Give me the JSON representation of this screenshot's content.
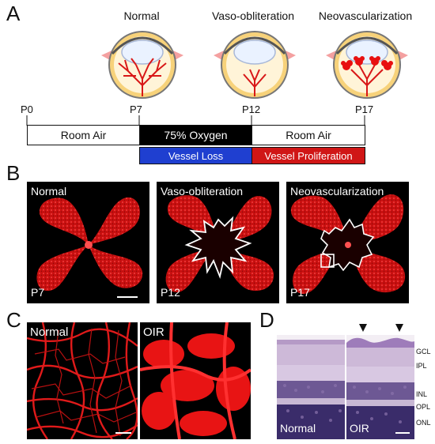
{
  "panel_letters": {
    "a": "A",
    "b": "B",
    "c": "C",
    "d": "D"
  },
  "eyes": [
    {
      "label": "Normal"
    },
    {
      "label": "Vaso-obliteration"
    },
    {
      "label": "Neovascularization"
    }
  ],
  "timeline": {
    "ticks": [
      "P0",
      "P7",
      "P12",
      "P17"
    ],
    "room_air_1": "Room Air",
    "oxygen": "75% Oxygen",
    "room_air_2": "Room Air",
    "vessel_loss": "Vessel Loss",
    "vessel_proliferation": "Vessel Proliferation"
  },
  "flatmounts": [
    {
      "title": "Normal",
      "age": "P7"
    },
    {
      "title": "Vaso-obliteration",
      "age": "P12"
    },
    {
      "title": "Neovascularization",
      "age": "P17"
    }
  ],
  "vessel_closeups": {
    "left": "Normal",
    "right": "OIR"
  },
  "histology": {
    "left": "Normal",
    "right": "OIR",
    "layers": [
      "GCL",
      "IPL",
      "INL",
      "OPL",
      "ONL"
    ]
  },
  "colors": {
    "oxygen_bar": "#000000",
    "vessel_loss": "#1f3fd0",
    "vessel_proliferation": "#d01616",
    "vessel": "#e02020",
    "retina_bg": "#000000"
  }
}
